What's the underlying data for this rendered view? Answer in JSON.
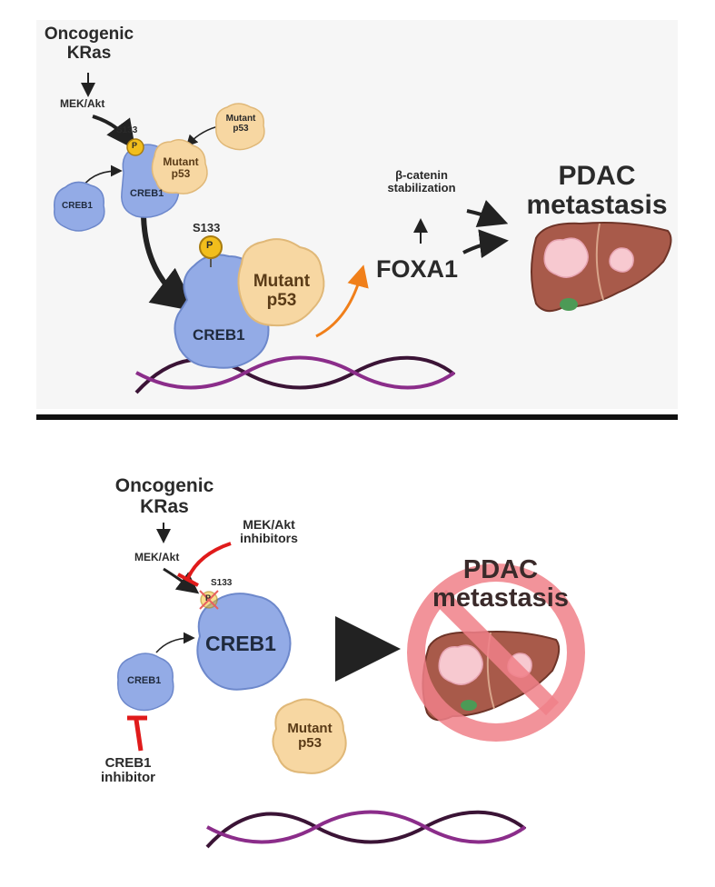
{
  "panel_top": {
    "oncogenic_kras": [
      "Oncogenic",
      "KRas"
    ],
    "mek_akt": "MEK/Akt",
    "s133_small": "S133",
    "p_small": "P",
    "mutant_p53_free": [
      "Mutant",
      "p53"
    ],
    "mutant_p53_small_bound": [
      "Mutant",
      "p53"
    ],
    "creb1_small": "CREB1",
    "creb1_free": "CREB1",
    "s133_large": "S133",
    "p_large": "P",
    "mutant_p53_large": [
      "Mutant",
      "p53"
    ],
    "creb1_large": "CREB1",
    "foxa1": "FOXA1",
    "beta_catenin": [
      "β-catenin",
      "stabilization"
    ],
    "pdac_metastasis": [
      "PDAC",
      "metastasis"
    ]
  },
  "panel_bottom": {
    "oncogenic_kras": [
      "Oncogenic",
      "KRas"
    ],
    "mek_akt": "MEK/Akt",
    "mek_akt_inhibitors": [
      "MEK/Akt",
      "inhibitors"
    ],
    "s133": "S133",
    "p": "P",
    "creb1_large": "CREB1",
    "creb1_small": "CREB1",
    "creb1_inhibitor": [
      "CREB1",
      "inhibitor"
    ],
    "mutant_p53": [
      "Mutant",
      "p53"
    ],
    "pdac_metastasis": [
      "PDAC",
      "metastasis"
    ]
  },
  "colors": {
    "creb1_fill": "#93abe6",
    "p53_fill": "#f7d7a2",
    "phospho_fill": "#f2be1c",
    "orange_arrow": "#f07f1a",
    "inhibitor_red": "#e01b1b",
    "dna_dark": "#3b1436",
    "dna_purple": "#8b2d8a",
    "liver_fill": "#a85a4a",
    "no_sign": "#f08088"
  }
}
